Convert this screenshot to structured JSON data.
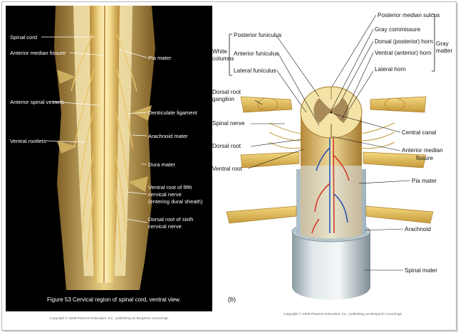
{
  "left_panel": {
    "labels_left": [
      "Spinal cord",
      "Anterior median fissure",
      "Anterior spinal vessels",
      "Ventral rootlets"
    ],
    "labels_right": [
      "Pia mater",
      "Denticulate ligament",
      "Arachnoid mater",
      "Dura mater",
      "Ventral root of fifth",
      "cervical nerve",
      "(entering dural sheath)",
      "Dorsal root of sixth",
      "cervical nerve"
    ],
    "caption": "Figure 53   Cervical region of spinal cord, ventral view.",
    "copyright": "Copyright © 2008 Pearson Education, Inc., publishing as Benjamin Cummings."
  },
  "right_panel": {
    "panel_letter": "(b)",
    "white_columns": [
      "White",
      "columns"
    ],
    "funiculi": [
      "Posterior funiculus",
      "Anterior funiculus",
      "Lateral funiculus"
    ],
    "gray_labels": [
      "Posterior median sulcus",
      "Gray commissure",
      "Dorsal (posterior) horn",
      "Ventral (anterior) horn",
      "Lateral horn"
    ],
    "gray_matter": [
      "Gray",
      "matter"
    ],
    "left_labels": [
      "Dorsal root",
      "ganglion",
      "Spinal nerve",
      "Dorsal root",
      "Ventral root"
    ],
    "right_labels": [
      "Central canal",
      "Anterior median",
      "fissure",
      "Pia mater",
      "Arachnoid",
      "Spinal mater"
    ],
    "copyright": "Copyright © 2008 Pearson Education, Inc., publishing as Benjamin Cummings."
  },
  "colors": {
    "nerve": "#e8c25a",
    "photo_bg": "#000000",
    "dura": "#c9d6dc",
    "white_matter": "#f3e3a6",
    "gray_matter": "#9a7a4a",
    "vessel_red": "#d23a2a",
    "vessel_blue": "#2c56b0"
  }
}
